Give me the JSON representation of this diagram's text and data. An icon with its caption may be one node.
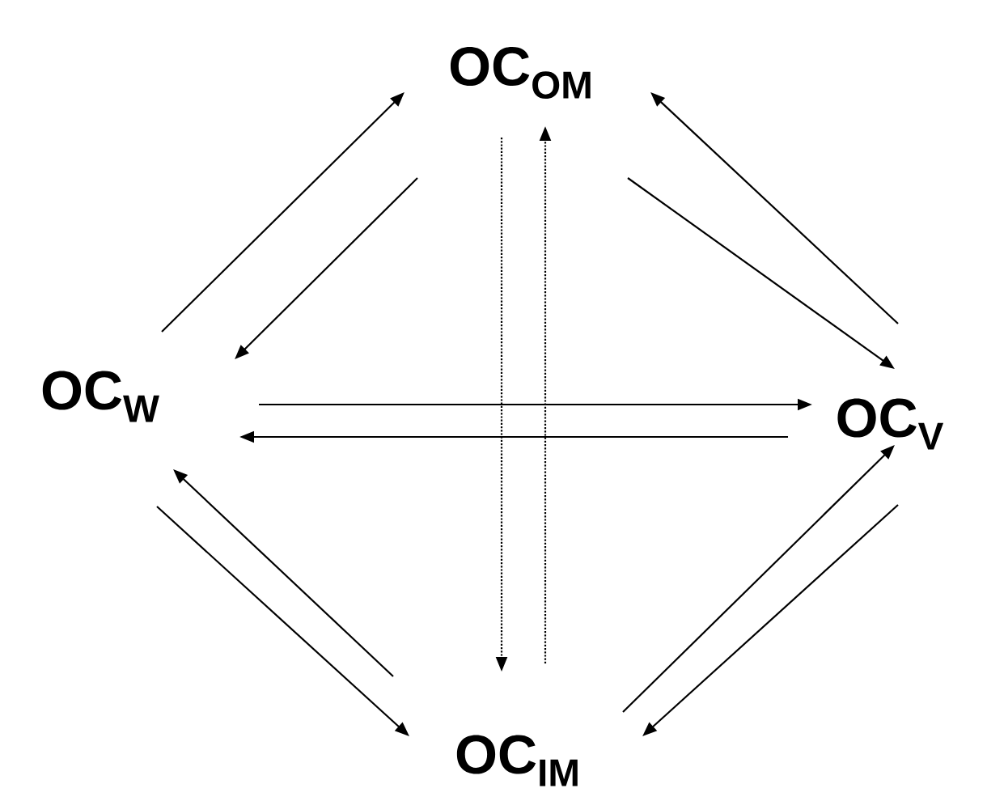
{
  "diagram": {
    "nodes": [
      {
        "text": [
          "OC$_{OM}$"
        ]
      },
      {
        "text": [
          "OC$_{W}$"
        ]
      },
      {
        "text": [
          "OC$_{V}$"
        ]
      },
      {
        "text": [
          "OC$_{IM}$"
        ]
      }
    ],
    "edges": [
      {
        "from": 1,
        "to": 0,
        "arrow": "to"
      },
      {
        "from": 0,
        "to": 1,
        "arrow": "to"
      },
      {
        "from": 2,
        "to": 0,
        "arrow": "to"
      },
      {
        "from": 0,
        "to": 2,
        "arrow": "to"
      },
      {
        "from": 1,
        "to": 2,
        "arrow": "to"
      },
      {
        "from": 2,
        "to": 1,
        "arrow": "to"
      },
      {
        "from": 1,
        "to": 3,
        "arrow": "to"
      },
      {
        "from": 3,
        "to": 1,
        "arrow": "to"
      },
      {
        "from": 2,
        "to": 3,
        "arrow": "to"
      },
      {
        "from": 3,
        "to": 2,
        "arrow": "to"
      },
      {
        "from": 0,
        "to": 3,
        "arrow": "to",
        "style": "dashed"
      },
      {
        "from": 3,
        "to": 0,
        "arrow": "to",
        "style": "dashed"
      }
    ]
  }
}
